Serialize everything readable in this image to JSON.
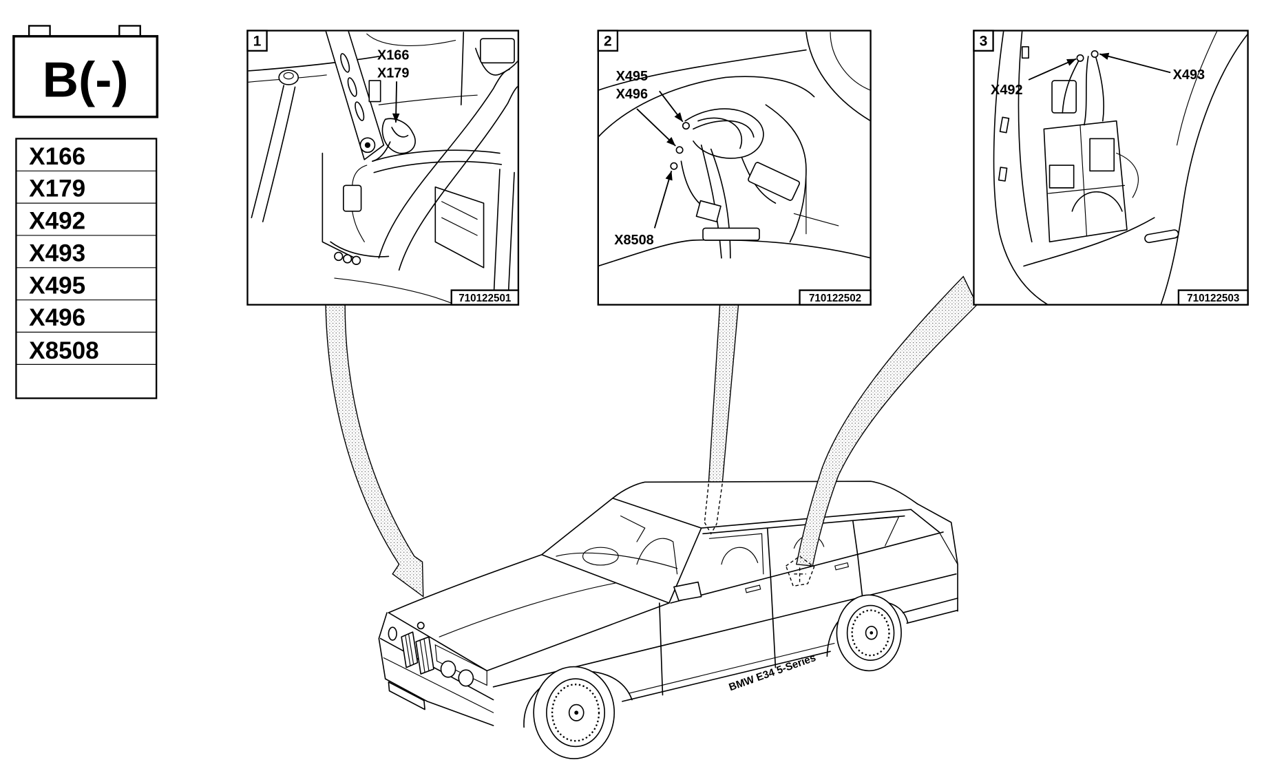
{
  "battery": {
    "label": "B(-)"
  },
  "connectors": {
    "items": [
      "X166",
      "X179",
      "X492",
      "X493",
      "X495",
      "X496",
      "X8508"
    ]
  },
  "panels": [
    {
      "number": "1",
      "code": "710122501",
      "callouts": [
        "X166",
        "X179"
      ]
    },
    {
      "number": "2",
      "code": "710122502",
      "callouts": [
        "X495",
        "X496",
        "X8508"
      ]
    },
    {
      "number": "3",
      "code": "710122503",
      "callouts": [
        "X492",
        "X493"
      ]
    }
  ],
  "car": {
    "caption": "BMW E34 5-Series"
  }
}
